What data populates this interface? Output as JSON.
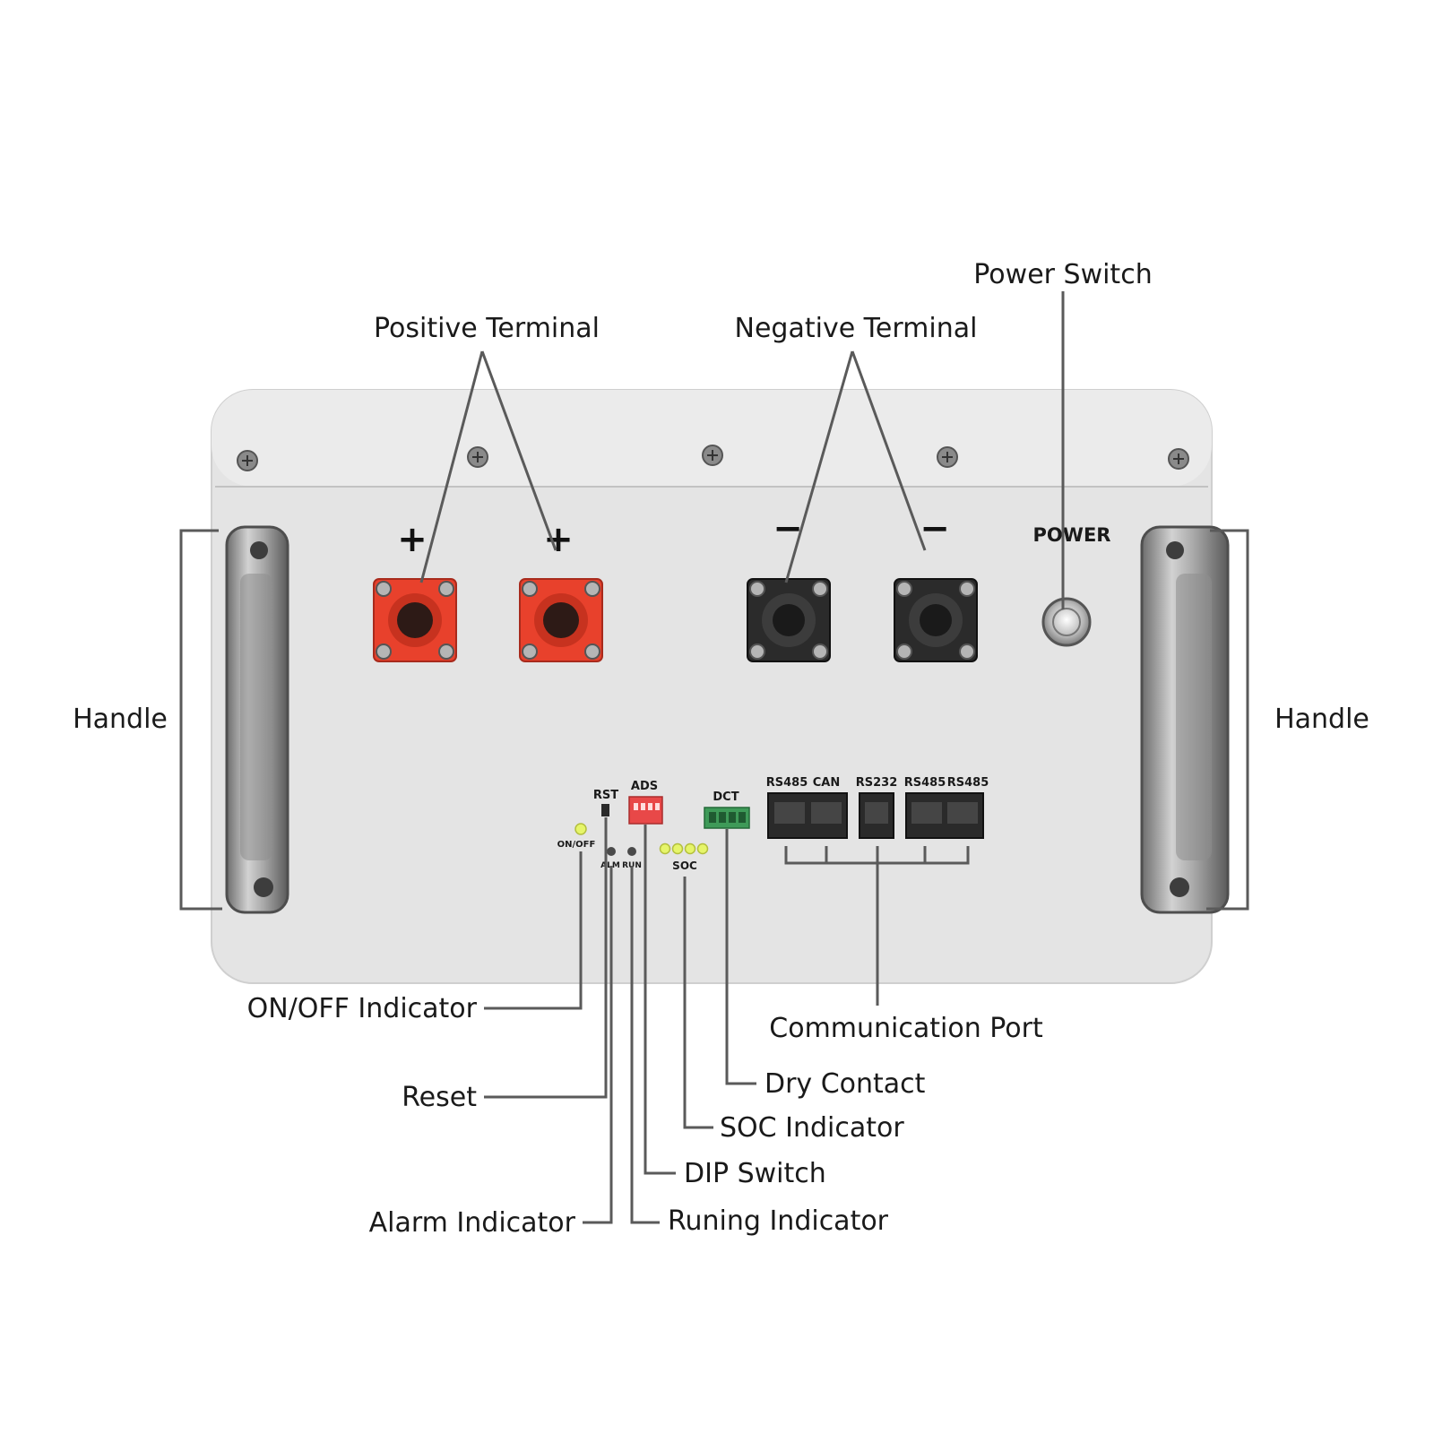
{
  "callouts": {
    "power_switch": "Power Switch",
    "positive_terminal": "Positive Terminal",
    "negative_terminal": "Negative Terminal",
    "handle_left": "Handle",
    "handle_right": "Handle",
    "on_off_indicator": "ON/OFF Indicator",
    "reset": "Reset",
    "alarm_indicator": "Alarm Indicator",
    "communication_port": "Communication Port",
    "dry_contact": "Dry Contact",
    "soc_indicator": "SOC Indicator",
    "dip_switch": "DIP Switch",
    "running_indicator": "Runing Indicator"
  },
  "panel": {
    "positive_sign": "+",
    "negative_sign": "−",
    "power_label": "POWER",
    "rst_label": "RST",
    "ads_label": "ADS",
    "dct_label": "DCT",
    "on_off_label": "ON/OFF",
    "alm_label": "ALM",
    "run_label": "RUN",
    "soc_label": "SOC",
    "ports": [
      "RS485",
      "CAN",
      "RS232",
      "RS485",
      "RS485"
    ]
  },
  "colors": {
    "panel": "#e4e4e4",
    "positive_connector": "#e8412c",
    "negative_connector": "#2b2b2b",
    "led_green": "#e6f56a",
    "dip_switch": "#e84848",
    "dry_contact_block": "#3e9a58",
    "leader_line": "#5a5a5a"
  }
}
